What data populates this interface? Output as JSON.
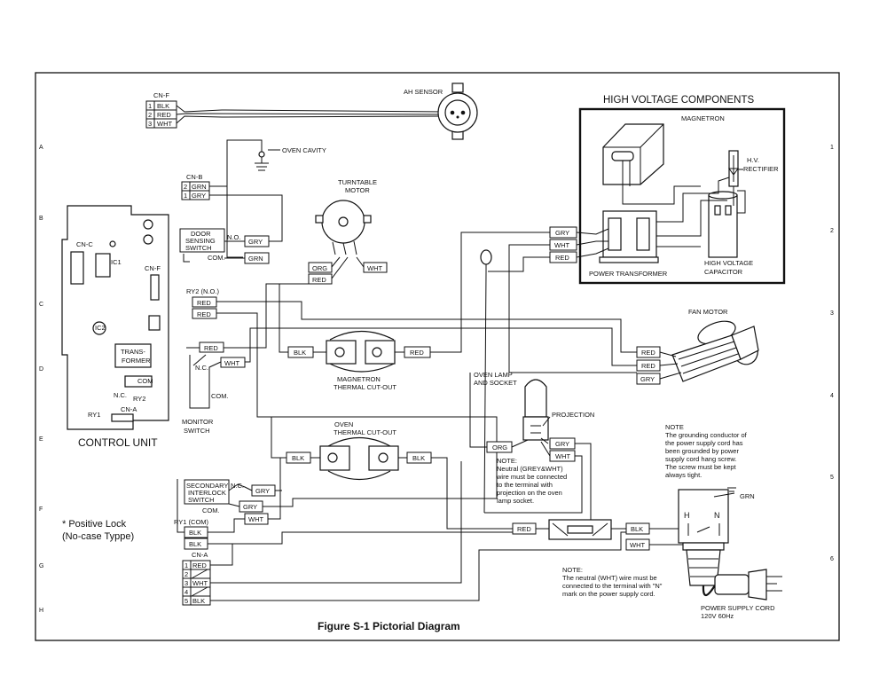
{
  "figure_title": "Figure S-1 Pictorial Diagram",
  "hv_section": {
    "title": "HIGH VOLTAGE COMPONENTS",
    "magnetron": "MAGNETRON",
    "rectifier": [
      "H.V.",
      "RECTIFIER"
    ],
    "transformer": "POWER TRANSFORMER",
    "capacitor": [
      "HIGH VOLTAGE",
      "CAPACITOR"
    ]
  },
  "sensor": {
    "title": "AH SENSOR",
    "connector": "CN-F",
    "pins": [
      {
        "num": "1",
        "wire": "BLK"
      },
      {
        "num": "2",
        "wire": "RED"
      },
      {
        "num": "3",
        "wire": "WHT"
      }
    ]
  },
  "oven_cavity": "OVEN CAVITY",
  "cn_b": {
    "label": "CN-B",
    "pins": [
      {
        "num": "2",
        "wire": "GRN"
      },
      {
        "num": "1",
        "wire": "GRY"
      }
    ]
  },
  "door_switch": {
    "label": [
      "DOOR",
      "SENSING",
      "SWITCH"
    ],
    "no": "N.O.",
    "com": "COM.",
    "wires": [
      "GRY",
      "GRN"
    ]
  },
  "turntable": {
    "label": [
      "TURNTABLE",
      "MOTOR"
    ],
    "wires": [
      "ORG",
      "RED",
      "WHT"
    ]
  },
  "control_unit": {
    "title": "CONTROL UNIT",
    "labels": {
      "cn_c": "CN-C",
      "ic1": "IC1",
      "cn_f": "CN-F",
      "ic2": "IC2",
      "trans": [
        "TRANS-",
        "FORMER"
      ],
      "no": "N.C.",
      "com": "COM",
      "ry2": "RY2",
      "ry1": "RY1",
      "cn_a": "CN-A"
    }
  },
  "ry2_no": {
    "label": "RY2 (N.O.)",
    "wires": [
      "RED",
      "RED"
    ]
  },
  "monitor_switch": {
    "label": [
      "MONITOR",
      "SWITCH"
    ],
    "nc": "N.C.",
    "com": "COM.",
    "wires": [
      "RED",
      "WHT"
    ]
  },
  "transformer_wires": [
    "GRY",
    "WHT",
    "RED"
  ],
  "magnetron_cutout": {
    "label": [
      "MAGNETRON",
      "THERMAL CUT-OUT"
    ],
    "wires": [
      "BLK",
      "RED"
    ]
  },
  "oven_cutout": {
    "label": [
      "OVEN",
      "THERMAL CUT-OUT"
    ],
    "wires": [
      "BLK",
      "BLK"
    ]
  },
  "fan_motor": {
    "label": "FAN MOTOR",
    "wires": [
      "RED",
      "RED",
      "GRY"
    ]
  },
  "oven_lamp": {
    "label": [
      "OVEN LAMP",
      "AND SOCKET"
    ],
    "projection": "PROJECTION",
    "wires": [
      "ORG",
      "GRY",
      "WHT"
    ],
    "note": [
      "NOTE:",
      "Neutral (GREY&WHT)",
      "wire must be connected",
      "to the terminal with",
      "projection on the oven",
      "lamp socket."
    ]
  },
  "ground_note": [
    "NOTE",
    "The grounding conductor of",
    "the power supply cord has",
    "been grounded by power",
    "supply cord hang screw.",
    "The screw must be kept",
    "always tight."
  ],
  "secondary_interlock": {
    "label": [
      "SECONDARY",
      "INTERLOCK",
      "SWITCH"
    ],
    "nc": "N.C.",
    "com": "COM.",
    "wires": [
      "GRY",
      "GRY",
      "WHT"
    ]
  },
  "ry1_com": {
    "label": "RY1 (COM)",
    "wires": [
      "BLK",
      "BLK"
    ]
  },
  "positive_lock": [
    "* Positive Lock",
    "(No-case Typpe)"
  ],
  "cn_a": {
    "label": "CN-A",
    "pins": [
      {
        "num": "1",
        "wire": "RED"
      },
      {
        "num": "2",
        "wire": ""
      },
      {
        "num": "3",
        "wire": "WHT"
      },
      {
        "num": "4",
        "wire": ""
      },
      {
        "num": "5",
        "wire": "BLK"
      }
    ]
  },
  "noise_filter_wires": [
    "RED",
    "BLK",
    "WHT"
  ],
  "neutral_note": [
    "NOTE:",
    "The neutral (WHT) wire must be",
    "connected to the terminal with \"N\"",
    "mark on the power supply cord."
  ],
  "power_cord": {
    "label": [
      "POWER SUPPLY CORD",
      "120V 60Hz"
    ],
    "h": "H",
    "n": "N",
    "grn": "GRN"
  },
  "edge_marks": [
    "A",
    "B",
    "C",
    "D",
    "E",
    "F",
    "G",
    "H",
    "1",
    "2",
    "3",
    "4",
    "5",
    "6"
  ]
}
